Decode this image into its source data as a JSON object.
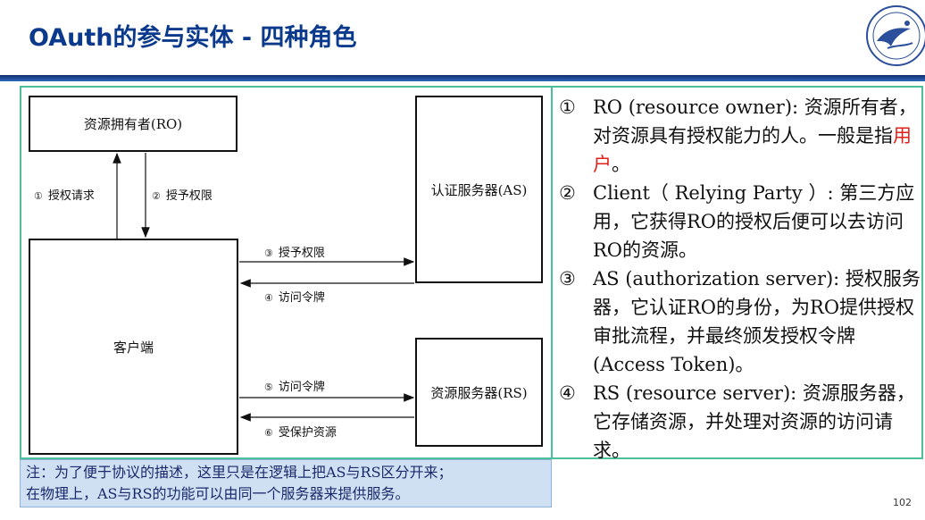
{
  "slide": {
    "title": "OAuth的参与实体 - 四种角色",
    "page_number": "102"
  },
  "diagram": {
    "resource_owner": "资源拥有者(RO)",
    "client": "客户端",
    "auth_server": "认证服务器(AS)",
    "resource_server": "资源服务器(RS)",
    "arrows": [
      {
        "num": "①",
        "label": "授权请求"
      },
      {
        "num": "②",
        "label": "授予权限"
      },
      {
        "num": "③",
        "label": "授予权限"
      },
      {
        "num": "④",
        "label": "访问令牌"
      },
      {
        "num": "⑤",
        "label": "访问令牌"
      },
      {
        "num": "⑥",
        "label": "受保护资源"
      }
    ]
  },
  "descriptions": [
    {
      "marker": "①",
      "text": "RO (resource owner): 资源所有者，对资源具有授权能力的人。一般是指",
      "highlight": "用户",
      "tail": "。"
    },
    {
      "marker": "②",
      "text": "Client（ Relying Party ）: 第三方应用，它获得RO的授权后便可以去访问RO的资源。"
    },
    {
      "marker": "③",
      "text": "AS (authorization server): 授权服务器，它认证RO的身份，为RO提供授权审批流程，并最终颁发授权令牌(Access Token)。"
    },
    {
      "marker": "④",
      "text": "RS (resource server): 资源服务器，它存储资源，并处理对资源的访问请求。"
    }
  ],
  "note": {
    "line1": "注：为了便于协议的描述，这里只是在逻辑上把AS与RS区分开来；",
    "line2": "在物理上，AS与RS的功能可以由同一个服务器来提供服务。"
  },
  "colors": {
    "title": "#0b3a8c",
    "frame": "#4bbf9a",
    "highlight": "#e0211b",
    "note_bg": "#cfe0f2"
  }
}
